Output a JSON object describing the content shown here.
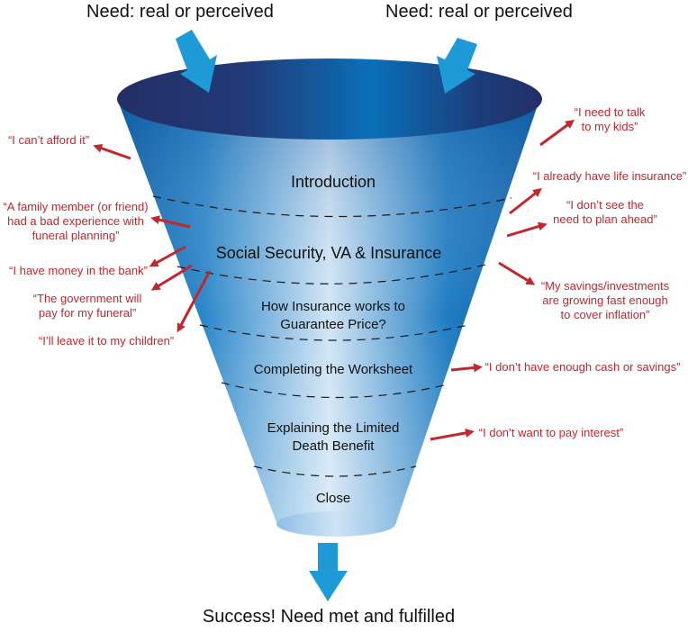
{
  "diagram": {
    "title": "Sales funnel: objections by stage",
    "input_labels": [
      "Need: real or perceived",
      "Need: real or perceived"
    ],
    "output_label": "Success! Need met and fulfilled",
    "stages": [
      {
        "label": "Introduction"
      },
      {
        "label": "Social Security, VA & Insurance"
      },
      {
        "label": "How Insurance works to\nGuarantee Price?"
      },
      {
        "label": "Completing the Worksheet"
      },
      {
        "label": "Explaining the Limited\nDeath Benefit"
      },
      {
        "label": "Close"
      }
    ],
    "objections_left": [
      {
        "text": "“I can’t afford it”",
        "stage": "Introduction"
      },
      {
        "text": "“A family member (or friend)\nhad a bad experience with\nfuneral planning”",
        "stage": "Social Security, VA & Insurance"
      },
      {
        "text": "“I have money in the bank”",
        "stage": "Social Security, VA & Insurance"
      },
      {
        "text": "“The government will\npay for my funeral”",
        "stage": "Social Security, VA & Insurance"
      },
      {
        "text": "“I’ll leave it to my children”",
        "stage": "Social Security, VA & Insurance"
      }
    ],
    "objections_right": [
      {
        "text": "“I need to talk\nto my kids”",
        "stage": "Introduction"
      },
      {
        "text": "“I already have life insurance”",
        "stage": "Social Security, VA & Insurance"
      },
      {
        "text": "“I don’t see the\nneed to plan ahead”",
        "stage": "Social Security, VA & Insurance"
      },
      {
        "text": "“My savings/investments\nare growing fast enough\nto cover inflation”",
        "stage": "How Insurance works to Guarantee Price?"
      },
      {
        "text": "“I don’t have enough cash or savings”",
        "stage": "Completing the Worksheet"
      },
      {
        "text": "“I don’t want to pay interest”",
        "stage": "Explaining the Limited Death Benefit"
      }
    ],
    "colors": {
      "funnel_dark": "#232f66",
      "funnel_mid": "#0a6db5",
      "funnel_light": "#cfe2f3",
      "input_arrow": "#1e9ad6",
      "objection": "#c1272d",
      "text": "#111111"
    }
  }
}
